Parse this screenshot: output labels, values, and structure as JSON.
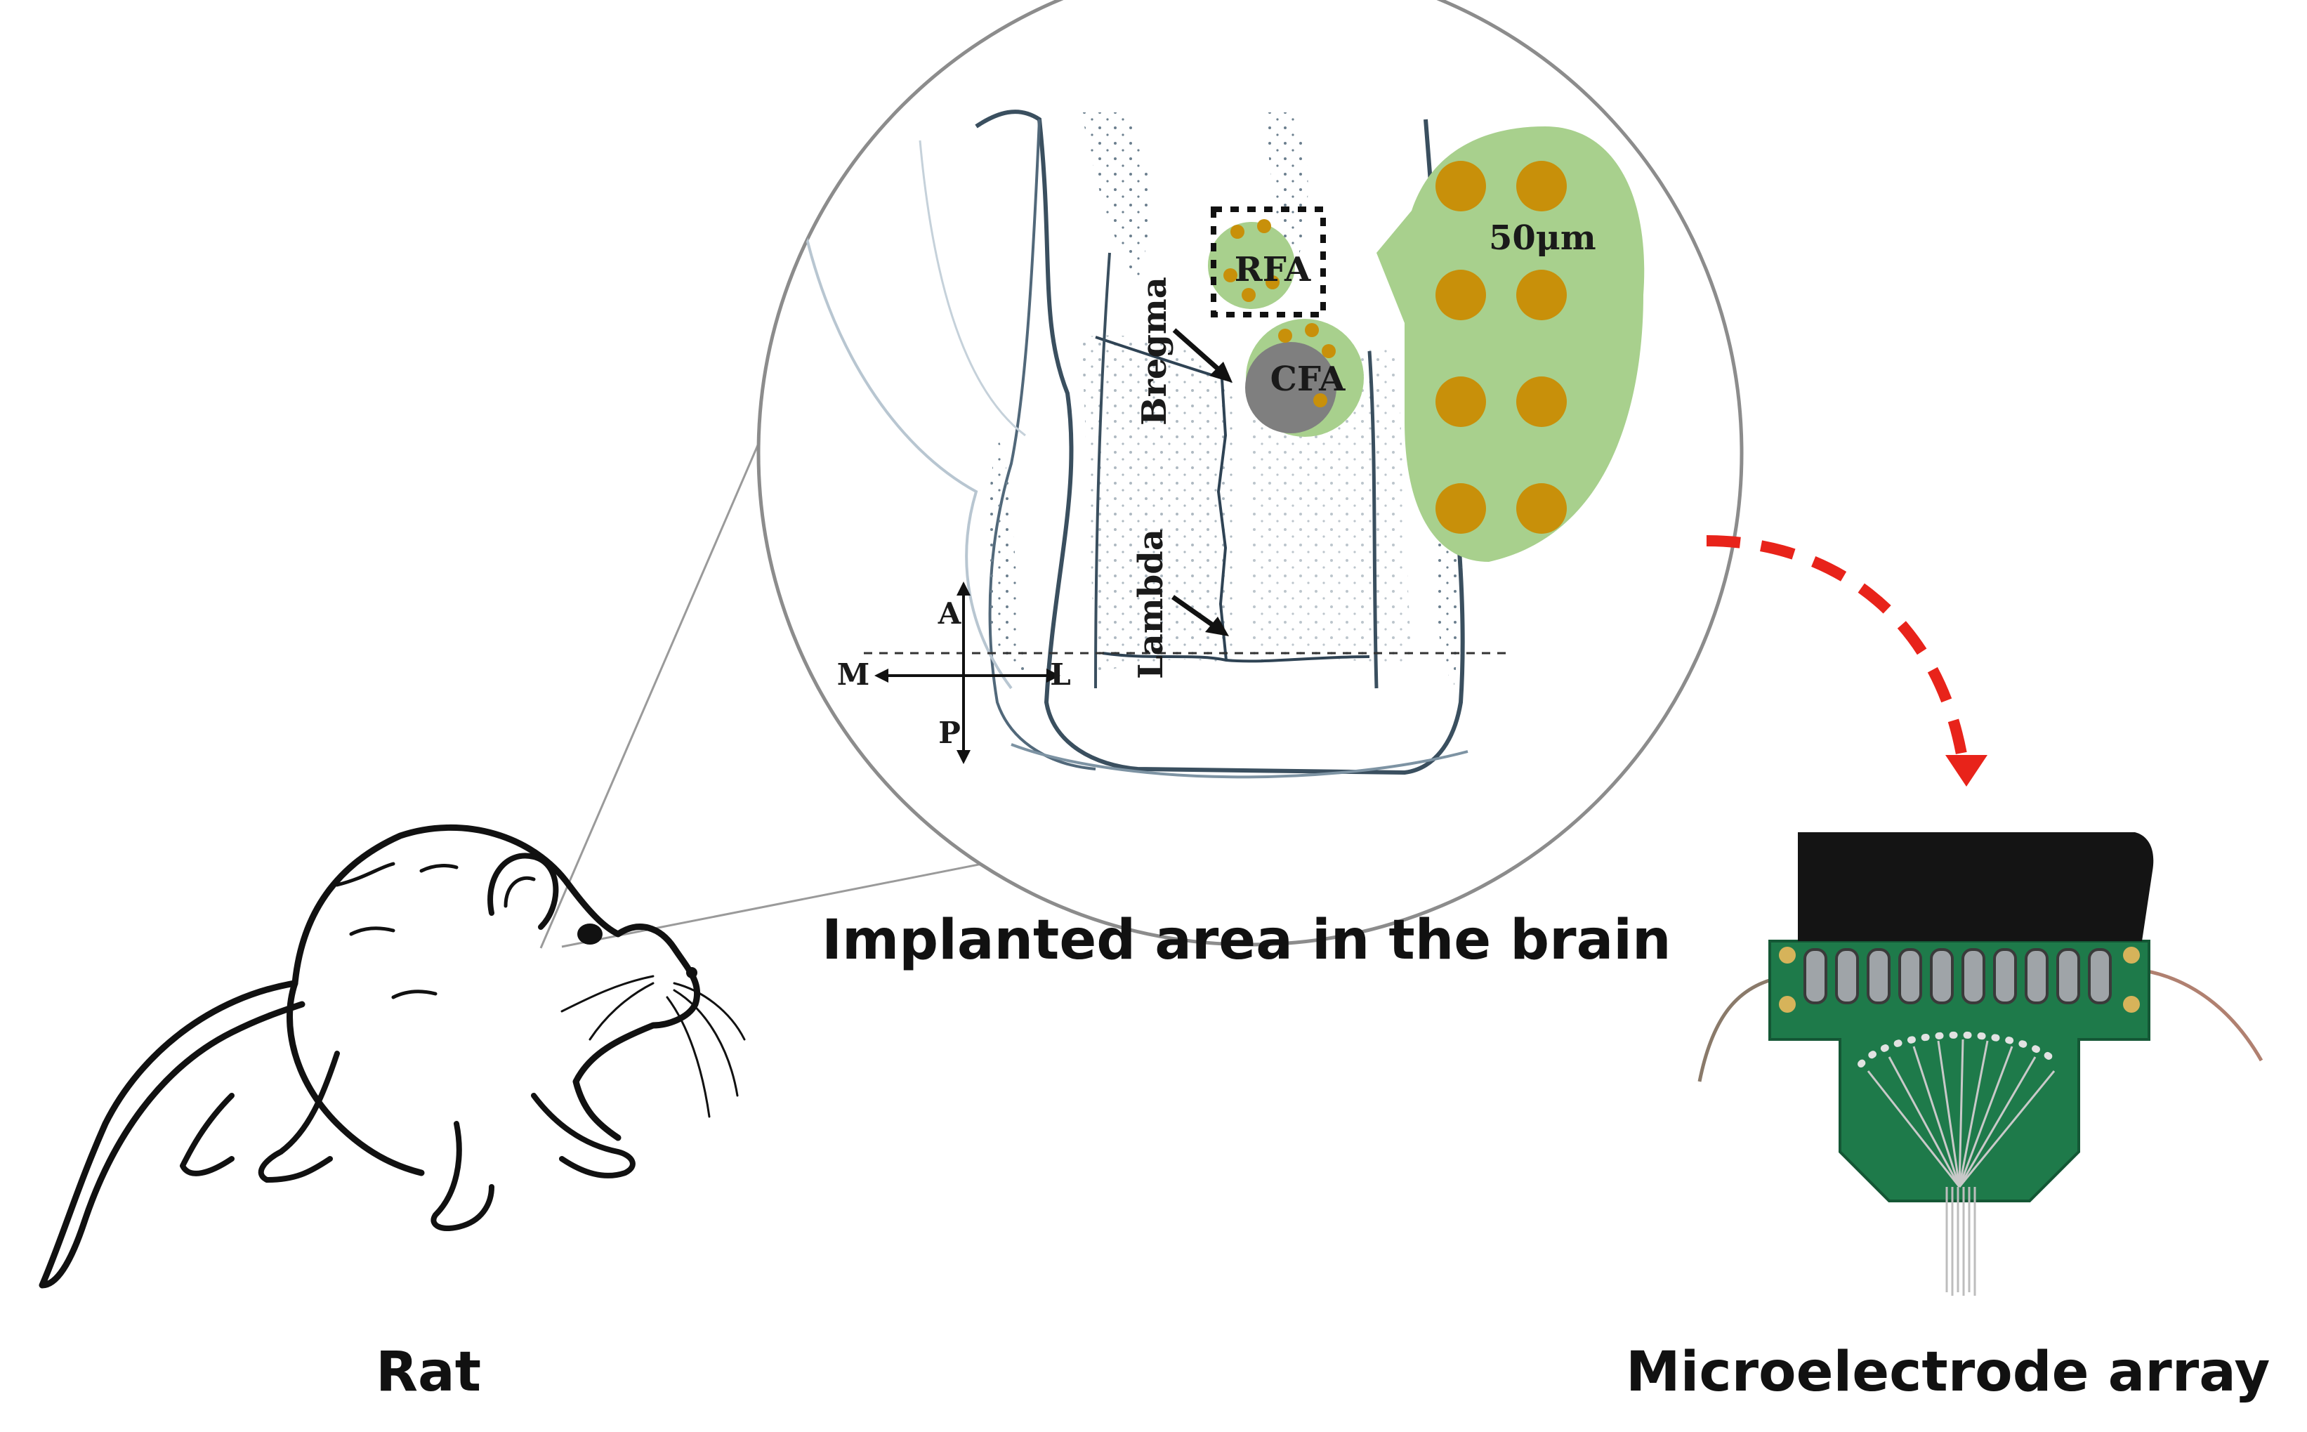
{
  "captions": {
    "rat": "Rat",
    "implant_area": "Implanted area in the brain",
    "array": "Microelectrode array"
  },
  "brain_labels": {
    "rfa": "RFA",
    "cfa": "CFA",
    "bregma": "Bregma",
    "lambda": "Lambda",
    "scale": "50μm",
    "dir_a": "A",
    "dir_p": "P",
    "dir_m": "M",
    "dir_l": "L"
  },
  "colors": {
    "region_green": "#a8d08d",
    "electrode_gold": "#c8900a",
    "cfa_gray": "#7f7f7f",
    "arrow_red": "#e8231a",
    "pcb_green": "#1e7a4a",
    "connector_black": "#141414"
  }
}
